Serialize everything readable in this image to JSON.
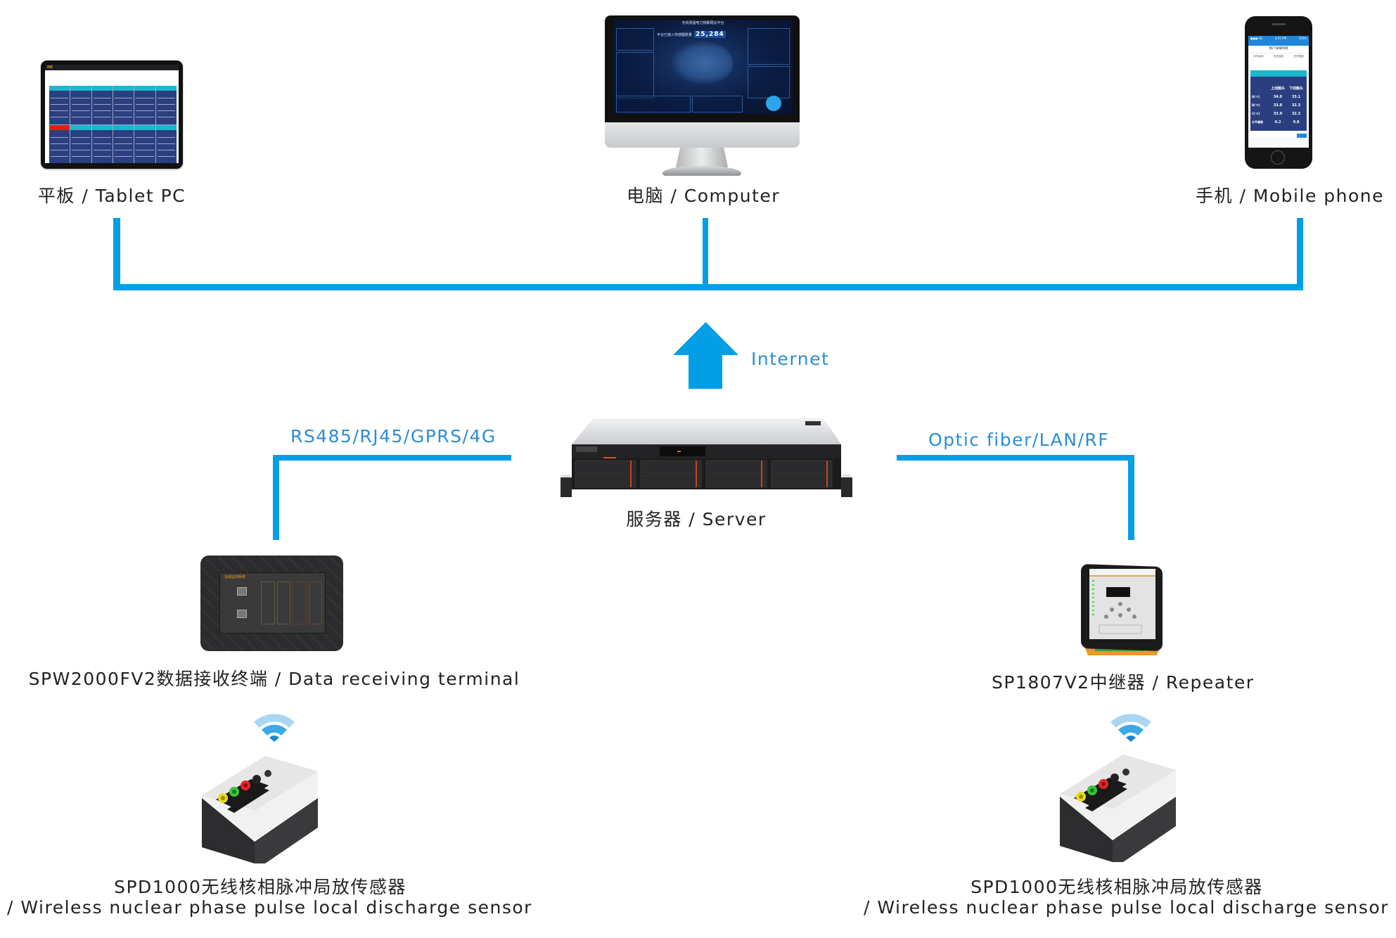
{
  "diagram": {
    "title": "Wireless nuclear phase pulse local discharge monitoring system topology",
    "colors": {
      "link": "#039fe6",
      "link_label": "#2a8ed4",
      "text": "#222222"
    }
  },
  "clients": {
    "tablet": {
      "label": "平板 / Tablet PC",
      "icon": "tablet-icon"
    },
    "computer": {
      "label": "电脑 / Computer",
      "icon": "desktop-monitor-icon",
      "screen_title": "无线测温电力物联网云平台",
      "screen_stat_label": "平台已接入传感器数量",
      "screen_stat_value": "25,284"
    },
    "phone": {
      "label": "手机 / Mobile phone",
      "icon": "smartphone-icon",
      "status_carrier": "●●● 4G",
      "status_time": "4:21 PM",
      "status_battery": "100%",
      "app_title": "客户详细项目",
      "tabs": [
        "实时监测",
        "历史曲线",
        "历史数据"
      ],
      "columns": [
        "",
        "上动触头",
        "下动触头"
      ],
      "rows": [
        {
          "name": "A(℃)",
          "values": [
            "34.0",
            "33.1"
          ]
        },
        {
          "name": "B(℃)",
          "values": [
            "33.8",
            "32.3"
          ]
        },
        {
          "name": "C(℃)",
          "values": [
            "33.9",
            "32.3"
          ]
        },
        {
          "name": "水平偏差",
          "values": [
            "0.2",
            "0.8"
          ]
        }
      ]
    }
  },
  "links": {
    "internet": "Internet",
    "left": "RS485/RJ45/GPRS/4G",
    "right": "Optic fiber/LAN/RF"
  },
  "server": {
    "label": "服务器 / Server",
    "icon": "rack-server-icon"
  },
  "terminal": {
    "label": "SPW2000FV2数据接收终端 / Data receiving terminal",
    "icon": "touch-terminal-icon",
    "screen_title": "在线监测系统"
  },
  "repeater": {
    "label": "SP1807V2中继器 / Repeater",
    "icon": "repeater-icon"
  },
  "sensors": [
    {
      "line1": "SPD1000无线核相脉冲局放传感器",
      "line2": "/ Wireless nuclear phase pulse local discharge sensor",
      "icon": "sensor-box-icon",
      "signal": "wifi-icon"
    },
    {
      "line1": "SPD1000无线核相脉冲局放传感器",
      "line2": "/ Wireless nuclear phase pulse local discharge sensor",
      "icon": "sensor-box-icon",
      "signal": "wifi-icon"
    }
  ]
}
